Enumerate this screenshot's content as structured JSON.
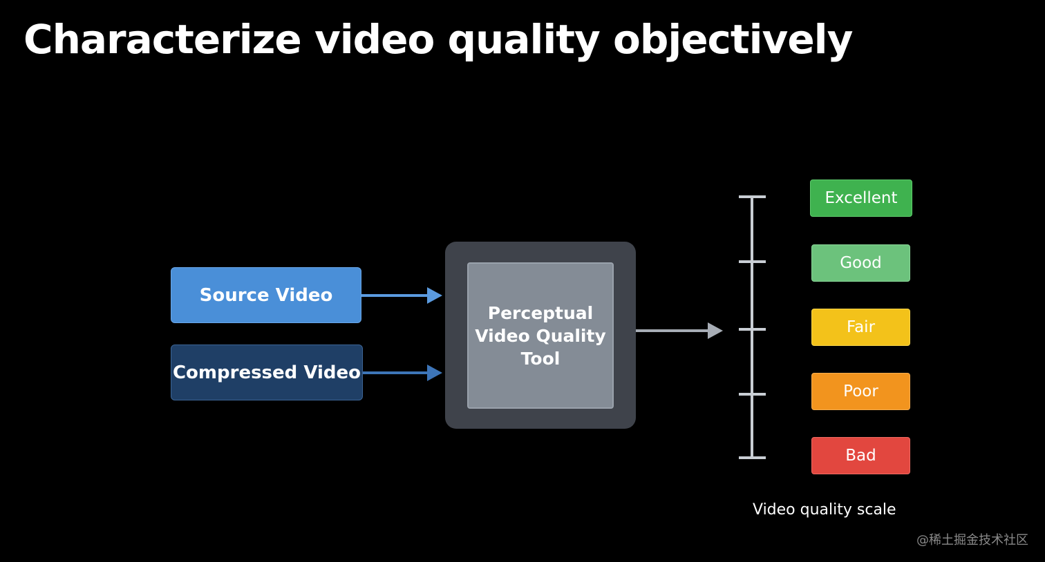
{
  "slide": {
    "title": "Characterize video quality objectively"
  },
  "inputs": {
    "source": "Source Video",
    "compressed": "Compressed Video"
  },
  "tool": {
    "label": "Perceptual Video Quality Tool"
  },
  "scale": {
    "caption": "Video quality scale",
    "levels": [
      "Excellent",
      "Good",
      "Fair",
      "Poor",
      "Bad"
    ]
  },
  "watermark": "@稀土掘金技术社区",
  "colors": {
    "background": "#000000",
    "source": "#4a8fd8",
    "compressed": "#1f3f66",
    "tool_outer": "#3f434b",
    "tool_inner": "#848c96",
    "excellent": "#3fb24f",
    "good": "#6cc27c",
    "fair": "#f3c21a",
    "poor": "#f2941e",
    "bad": "#e2473f"
  }
}
